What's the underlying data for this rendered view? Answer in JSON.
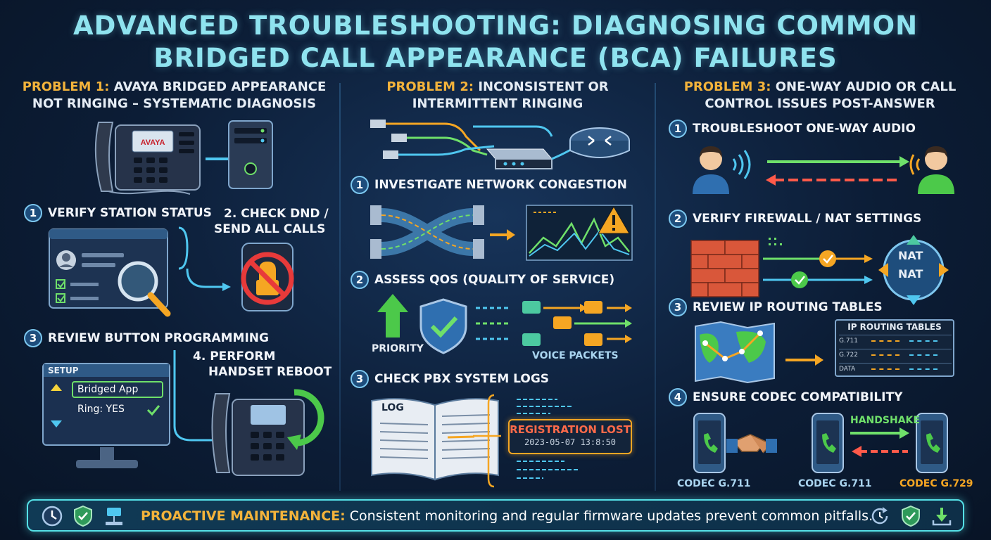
{
  "title": {
    "line1": "ADVANCED TROUBLESHOOTING: DIAGNOSING COMMON",
    "line2": "BRIDGED CALL APPEARANCE (BCA) FAILURES"
  },
  "colors": {
    "accent_title": "#8fe3ef",
    "problem_label": "#f3b33b",
    "arrow_blue": "#4fc7f0",
    "arrow_orange": "#f5a623",
    "arrow_green": "#6fe06a",
    "arrow_red": "#ff5a4a"
  },
  "problem1": {
    "label": "PROBLEM 1:",
    "text_line1": "AVAYA BRIDGED APPEARANCE",
    "text_line2": "NOT RINGING – SYSTEMATIC DIAGNOSIS",
    "phone_brand": "AVAYA",
    "step1": {
      "num": "1",
      "label": "VERIFY STATION STATUS"
    },
    "step2": {
      "line1": "2. CHECK DND /",
      "line2": "SEND ALL CALLS"
    },
    "step3": {
      "num": "3",
      "label": "REVIEW BUTTON PROGRAMMING"
    },
    "step4": {
      "line1": "4. PERFORM",
      "line2": "HANDSET REBOOT"
    },
    "setup": {
      "header": "SETUP",
      "item1": "Bridged App",
      "item2": "Ring: YES"
    }
  },
  "problem2": {
    "label": "PROBLEM 2:",
    "text_line1": "INCONSISTENT OR",
    "text_line2": "INTERMITTENT RINGING",
    "step1": {
      "num": "1",
      "label": "INVESTIGATE NETWORK CONGESTION"
    },
    "step2": {
      "num": "2",
      "label": "ASSESS QoS (QUALITY OF SERVICE)"
    },
    "step3": {
      "num": "3",
      "label": "CHECK PBX SYSTEM LOGS"
    },
    "priority_label": "PRIORITY",
    "voice_packets_label": "VOICE PACKETS",
    "log_label": "LOG",
    "log_alert": "REGISTRATION LOST",
    "log_time": "2023-05-07 13:8:50"
  },
  "problem3": {
    "label": "PROBLEM 3:",
    "text_line1": "ONE-WAY AUDIO OR CALL",
    "text_line2": "CONTROL ISSUES POST-ANSWER",
    "step1": {
      "num": "1",
      "label": "TROUBLESHOOT ONE-WAY AUDIO"
    },
    "step2": {
      "num": "2",
      "label": "VERIFY FIREWALL / NAT SETTINGS"
    },
    "step3": {
      "num": "3",
      "label": "REVIEW IP ROUTING TABLES"
    },
    "step4": {
      "num": "4",
      "label": "ENSURE CODEC COMPATIBILITY"
    },
    "nat1": "NAT",
    "nat2": "NAT",
    "routing_title": "IP ROUTING TABLES",
    "routing_rows": [
      "G.711",
      "G.722",
      "DATA"
    ],
    "handshake_label": "HANDSHAKE",
    "codec1": "CODEC G.711",
    "codec2": "CODEC G.711",
    "codec3": "CODEC G.729"
  },
  "footer": {
    "label": "PROACTIVE MAINTENANCE:",
    "text": " Consistent monitoring and regular firmware updates prevent common pitfalls."
  }
}
